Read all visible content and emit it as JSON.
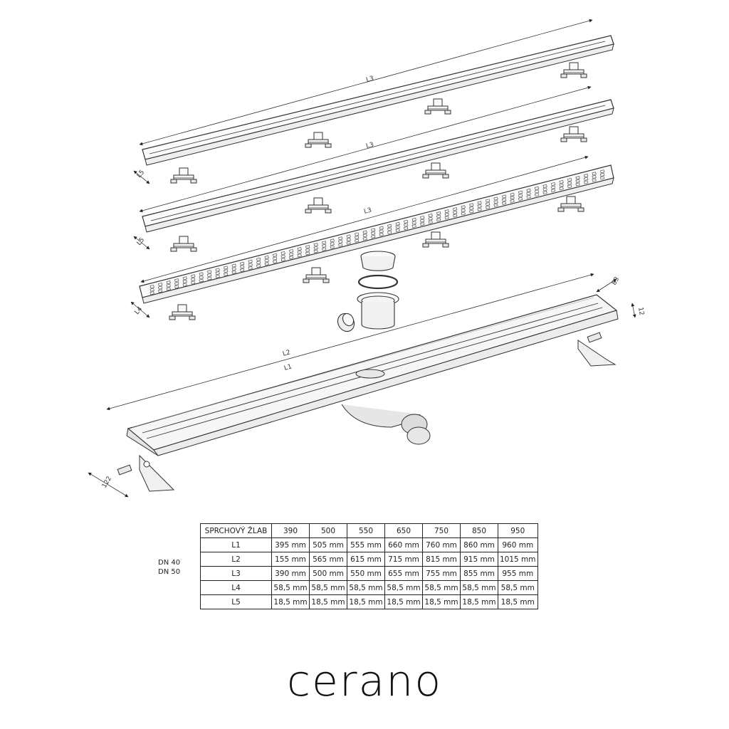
{
  "drawing": {
    "labels": {
      "l3": "L3",
      "l5": "L5",
      "l4": "L4",
      "l2": "L2",
      "l1": "L1",
      "dim_83": "83",
      "dim_12": "12",
      "dim_122": "122"
    }
  },
  "side_note": {
    "line1": "DN 40",
    "line2": "DN 50"
  },
  "spec_table": {
    "corner": "SPRCHOVÝ ŽLAB",
    "columns": [
      "390",
      "500",
      "550",
      "650",
      "750",
      "850",
      "950"
    ],
    "rows": [
      {
        "label": "L1",
        "values": [
          "395 mm",
          "505 mm",
          "555 mm",
          "660 mm",
          "760 mm",
          "860 mm",
          "960 mm"
        ]
      },
      {
        "label": "L2",
        "values": [
          "155 mm",
          "565 mm",
          "615 mm",
          "715 mm",
          "815 mm",
          "915 mm",
          "1015 mm"
        ]
      },
      {
        "label": "L3",
        "values": [
          "390 mm",
          "500 mm",
          "550 mm",
          "655 mm",
          "755 mm",
          "855 mm",
          "955 mm"
        ]
      },
      {
        "label": "L4",
        "values": [
          "58,5 mm",
          "58,5 mm",
          "58,5 mm",
          "58,5 mm",
          "58,5 mm",
          "58,5 mm",
          "58,5 mm"
        ]
      },
      {
        "label": "L5",
        "values": [
          "18,5 mm",
          "18,5 mm",
          "18,5 mm",
          "18,5 mm",
          "18,5 mm",
          "18,5 mm",
          "18,5 mm"
        ]
      }
    ]
  },
  "brand": {
    "name": "cerano"
  },
  "colors": {
    "line": "#333333",
    "fill": "#f4f4f4",
    "background": "#ffffff"
  }
}
